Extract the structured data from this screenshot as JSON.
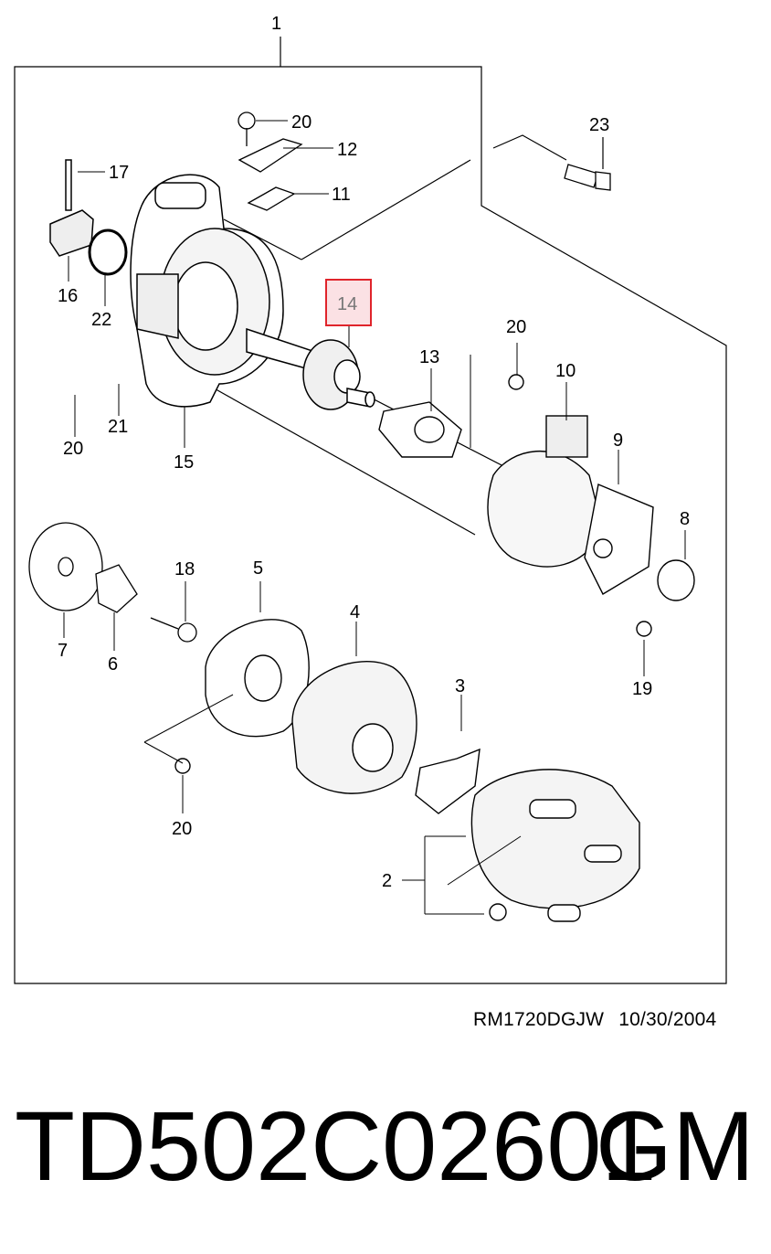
{
  "diagram": {
    "callouts": [
      {
        "id": "c1",
        "label": "1"
      },
      {
        "id": "c2",
        "label": "2"
      },
      {
        "id": "c3",
        "label": "3"
      },
      {
        "id": "c4",
        "label": "4"
      },
      {
        "id": "c5",
        "label": "5"
      },
      {
        "id": "c6",
        "label": "6"
      },
      {
        "id": "c7",
        "label": "7"
      },
      {
        "id": "c8",
        "label": "8"
      },
      {
        "id": "c9",
        "label": "9"
      },
      {
        "id": "c10",
        "label": "10"
      },
      {
        "id": "c11",
        "label": "11"
      },
      {
        "id": "c12",
        "label": "12"
      },
      {
        "id": "c13",
        "label": "13"
      },
      {
        "id": "c14",
        "label": "14",
        "highlighted": true
      },
      {
        "id": "c15",
        "label": "15"
      },
      {
        "id": "c16",
        "label": "16"
      },
      {
        "id": "c17",
        "label": "17"
      },
      {
        "id": "c18",
        "label": "18"
      },
      {
        "id": "c19",
        "label": "19"
      },
      {
        "id": "c20a",
        "label": "20"
      },
      {
        "id": "c20b",
        "label": "20"
      },
      {
        "id": "c20c",
        "label": "20"
      },
      {
        "id": "c20d",
        "label": "20"
      },
      {
        "id": "c21",
        "label": "21"
      },
      {
        "id": "c22",
        "label": "22"
      },
      {
        "id": "c23",
        "label": "23"
      }
    ],
    "highlight_color": "#e0242b",
    "highlight_fill": "#fbe1e4"
  },
  "footer": {
    "ref_code": "RM1720DGJW",
    "ref_date": "10/30/2004",
    "part_number": "TD502C02601",
    "brand": "GM"
  }
}
